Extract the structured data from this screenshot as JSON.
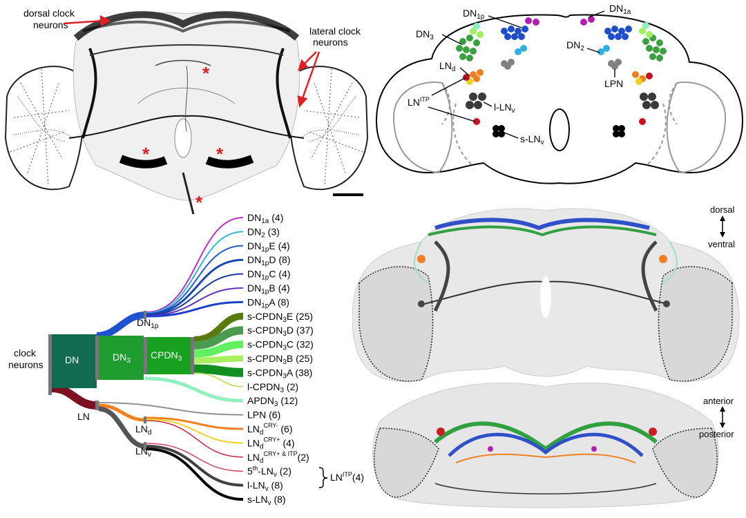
{
  "panel_a": {
    "label_dorsal_line1": "dorsal clock",
    "label_dorsal_line2": "neurons",
    "label_lateral_line1": "lateral clock",
    "label_lateral_line2": "neurons",
    "asterisk": "*"
  },
  "panel_b": {
    "dn1p": {
      "base": "DN",
      "sub": "1p"
    },
    "dn1a": {
      "base": "DN",
      "sub": "1a"
    },
    "dn3": {
      "base": "DN",
      "sub": "3"
    },
    "dn2": {
      "base": "DN",
      "sub": "2"
    },
    "lnd": {
      "base": "LN",
      "sub": "d"
    },
    "lnitp": {
      "base": "LN",
      "sup": "ITP"
    },
    "llnv": {
      "base": "l-LN",
      "sub": "v"
    },
    "slnv": {
      "base": "s-LN",
      "sub": "v"
    },
    "lpn": "LPN"
  },
  "sankey": {
    "left_label_line1": "clock",
    "left_label_line2": "neurons",
    "node_dn": "DN",
    "node_dn3": {
      "base": "DN",
      "sub": "3"
    },
    "node_cpdn3": {
      "base": "CPDN",
      "sub": "3"
    },
    "node_dn1p": {
      "base": "DN",
      "sub": "1p"
    },
    "node_ln": "LN",
    "node_lnd": {
      "base": "LN",
      "sub": "d"
    },
    "node_lnv": {
      "base": "LN",
      "sub": "v"
    },
    "brace_label": {
      "base": "LN",
      "sup": "ITP",
      "suffix": "(4)"
    },
    "items": [
      {
        "base": "DN",
        "sub": "1a",
        "suffix": " (4)",
        "color": "#c030c0"
      },
      {
        "base": "DN",
        "sub": "2",
        "suffix": " (3)",
        "color": "#30b8d8"
      },
      {
        "base": "DN",
        "sub": "1p",
        "mid": "E",
        "suffix": " (4)",
        "color": "#2060c8"
      },
      {
        "base": "DN",
        "sub": "1p",
        "mid": "D",
        "suffix": " (8)",
        "color": "#1848b0"
      },
      {
        "base": "DN",
        "sub": "1p",
        "mid": "C",
        "suffix": " (4)",
        "color": "#1838a0"
      },
      {
        "base": "DN",
        "sub": "1p",
        "mid": "B",
        "suffix": " (4)",
        "color": "#6030c0"
      },
      {
        "base": "DN",
        "sub": "1p",
        "mid": "A",
        "suffix": " (8)",
        "color": "#1840c8"
      },
      {
        "base": "s-CPDN",
        "sub": "3",
        "mid": "E",
        "suffix": " (25)",
        "color": "#5a7a10"
      },
      {
        "base": "s-CPDN",
        "sub": "3",
        "mid": "D",
        "suffix": " (37)",
        "color": "#4a9a50"
      },
      {
        "base": "s-CPDN",
        "sub": "3",
        "mid": "C",
        "suffix": " (32)",
        "color": "#60f060"
      },
      {
        "base": "s-CPDN",
        "sub": "3",
        "mid": "B",
        "suffix": " (25)",
        "color": "#a8f060"
      },
      {
        "base": "s-CPDN",
        "sub": "3",
        "mid": "A",
        "suffix": " (38)",
        "color": "#109020"
      },
      {
        "base": "l-CPDN",
        "sub": "3",
        "suffix": " (2)",
        "color": "#b0d840"
      },
      {
        "base": "APDN",
        "sub": "3",
        "suffix": " (12)",
        "color": "#90f0c0"
      },
      {
        "base": "LPN",
        "suffix": " (6)",
        "color": "#909090"
      },
      {
        "base": "LN",
        "sub": "d",
        "sup": "CRY-",
        "suffix": " (6)",
        "color": "#f08020"
      },
      {
        "base": "LN",
        "sub": "d",
        "sup": "CRY+",
        "suffix": " (4)",
        "color": "#f0d020"
      },
      {
        "base": "LN",
        "sub": "d",
        "sup": "CRY+ & ITP",
        "suffix": "(2)",
        "color": "#c82040"
      },
      {
        "base": "5",
        "sup": "th",
        "mid": "-LN",
        "sub2": "v",
        "suffix": " (2)",
        "color": "#d04060"
      },
      {
        "base": "l-LN",
        "sub": "v",
        "suffix": " (8)",
        "color": "#404040"
      },
      {
        "base": "s-LN",
        "sub": "v",
        "suffix": " (8)",
        "color": "#000000"
      }
    ]
  },
  "panel_d": {
    "dorsal": "dorsal",
    "ventral": "ventral",
    "anterior": "anterior",
    "posterior": "posterior"
  }
}
